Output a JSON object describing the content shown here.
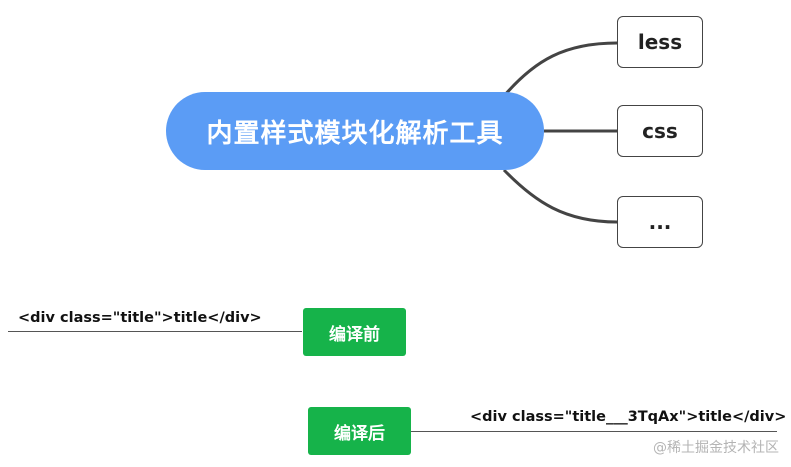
{
  "mindmap": {
    "root": "内置样式模块化解析工具",
    "branches": [
      "less",
      "css",
      "..."
    ],
    "root_color": "#5b9cf5"
  },
  "compile": {
    "before_label": "编译前",
    "before_code": "<div class=\"title\">title</div>",
    "after_label": "编译后",
    "after_code": "<div class=\"title___3TqAx\">title</div>",
    "tag_color": "#16b34a"
  },
  "watermark": "@稀土掘金技术社区"
}
